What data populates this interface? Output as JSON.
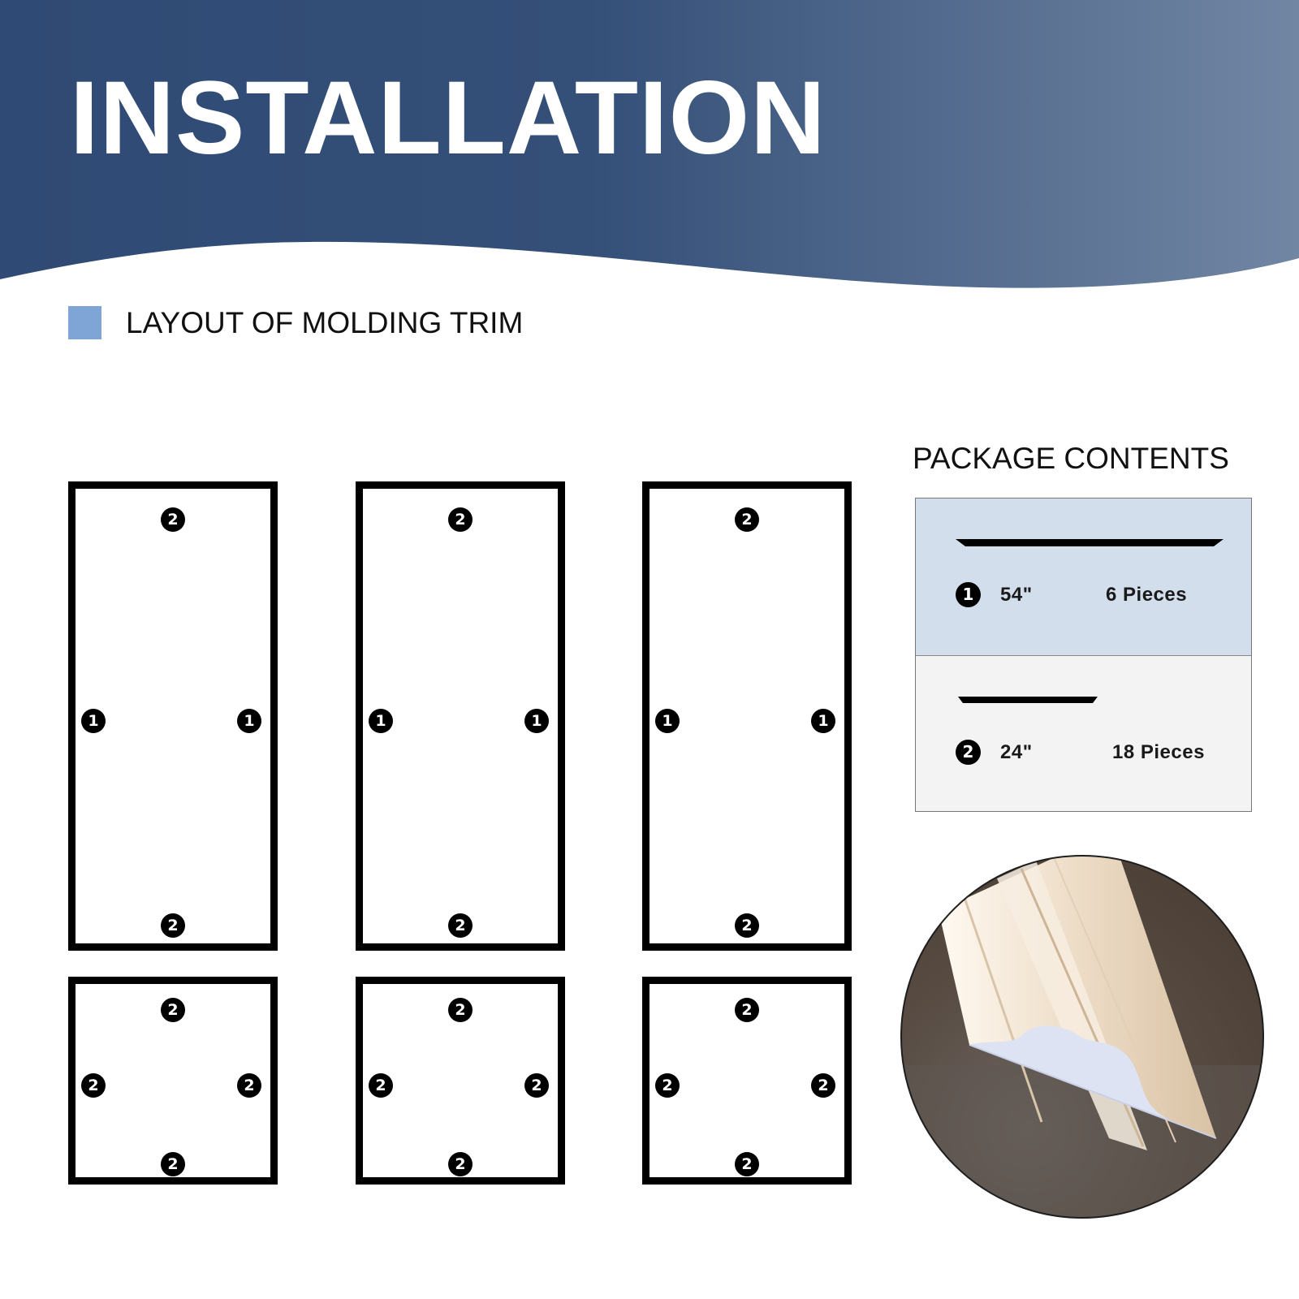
{
  "header": {
    "title": "INSTALLATION",
    "gradient_start": "#2f4a74",
    "gradient_end": "#7186a3"
  },
  "legend": {
    "label": "LAYOUT OF MOLDING TRIM",
    "swatch_color": "#7fa5d6"
  },
  "layout": {
    "frame_color": "#000000",
    "panels": [
      {
        "shape": "tall",
        "markers": {
          "top": "2",
          "bottom": "2",
          "left": "1",
          "right": "1"
        }
      },
      {
        "shape": "tall",
        "markers": {
          "top": "2",
          "bottom": "2",
          "left": "1",
          "right": "1"
        }
      },
      {
        "shape": "tall",
        "markers": {
          "top": "2",
          "bottom": "2",
          "left": "1",
          "right": "1"
        }
      },
      {
        "shape": "square",
        "markers": {
          "top": "2",
          "bottom": "2",
          "left": "2",
          "right": "2"
        }
      },
      {
        "shape": "square",
        "markers": {
          "top": "2",
          "bottom": "2",
          "left": "2",
          "right": "2"
        }
      },
      {
        "shape": "square",
        "markers": {
          "top": "2",
          "bottom": "2",
          "left": "2",
          "right": "2"
        }
      }
    ]
  },
  "package": {
    "title": "PACKAGE CONTENTS",
    "items": [
      {
        "number": "1",
        "length": "54\"",
        "quantity": "6 Pieces",
        "row_color": "#d3deec"
      },
      {
        "number": "2",
        "length": "24\"",
        "quantity": "18 Pieces",
        "row_color": "#f3f3f3"
      }
    ]
  },
  "photo": {
    "subject": "molding-trim-closeup",
    "wall_color": "#5a4c40",
    "trim_color": "#f4ece0"
  }
}
